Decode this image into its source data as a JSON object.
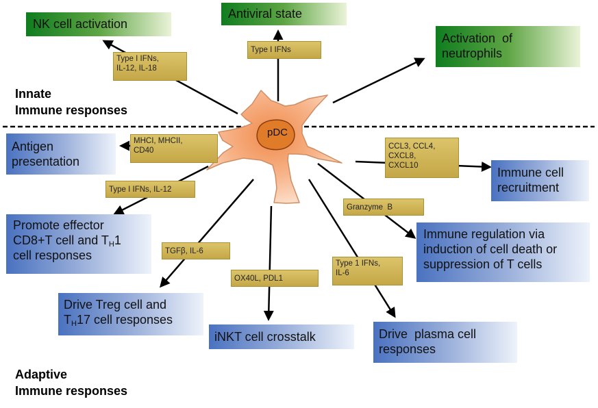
{
  "center": {
    "label": "pDC"
  },
  "sections": {
    "innate": [
      "Innate",
      "Immune responses"
    ],
    "adaptive": [
      "Adaptive",
      "Immune responses"
    ]
  },
  "outcomes": {
    "nk": [
      "NK cell activation"
    ],
    "antiviral": [
      "Antiviral state"
    ],
    "neutrophils": [
      "Activation  of",
      "neutrophils"
    ],
    "antigen": [
      "Antigen",
      "presentation"
    ],
    "recruit": [
      "Immune cell",
      "recruitment"
    ],
    "cd8": {
      "line1": "Promote effector",
      "line2_pre": "CD8+T cell and T",
      "line2_sub": "H",
      "line2_post": "1",
      "line3": "cell responses"
    },
    "regulation": [
      "Immune regulation via",
      "induction of cell death or",
      "suppression of T cells"
    ],
    "treg": {
      "line1": "Drive Treg cell and",
      "line2_pre": "T",
      "line2_sub": "H",
      "line2_post": "17 cell responses"
    },
    "inkt": [
      "iNKT cell crosstalk"
    ],
    "plasma": [
      "Drive  plasma cell",
      "responses"
    ]
  },
  "mediators": {
    "nk": [
      "Type I IFNs,",
      "IL-12, IL-18"
    ],
    "antiviral": [
      "Type I IFNs"
    ],
    "antigen": [
      "MHCI, MHCII,",
      "CD40"
    ],
    "cd8": [
      "Type I IFNs, IL-12"
    ],
    "recruit": [
      "CCL3, CCL4,",
      "CXCL8,",
      "CXCL10"
    ],
    "granzyme": [
      "Granzyme  B"
    ],
    "treg": [
      "TGFβ, IL-6"
    ],
    "inkt": [
      "OX40L, PDL1"
    ],
    "plasma": [
      "Type 1 IFNs,",
      "IL-6"
    ]
  },
  "colors": {
    "green_box": "#3f9a36",
    "blue_box": "#7f9dd4",
    "tan_box": "#d4bb5c",
    "cell_fill": "#f6b589",
    "nucleus": "#e07b2a"
  }
}
